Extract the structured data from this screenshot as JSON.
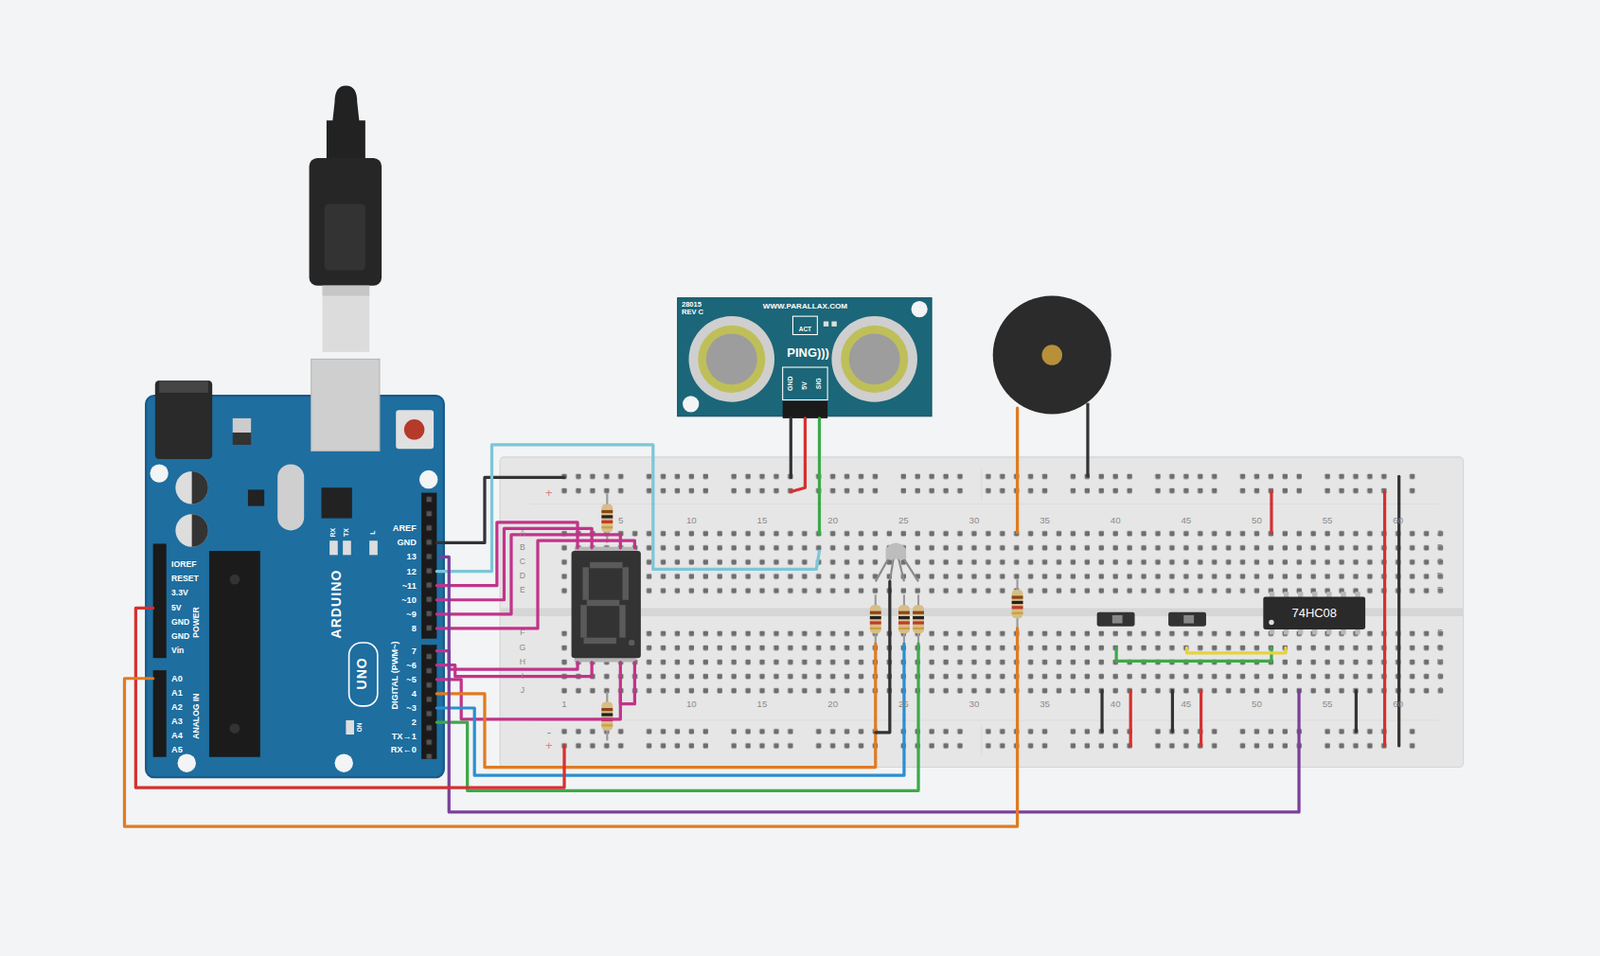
{
  "diagram": {
    "nodes": [
      {
        "text": [
          "ARDUINO",
          "UNO"
        ]
      },
      {
        "text": [
          "28015 REV C",
          "WWW.PARALLAX.COM",
          "PING)))"
        ]
      },
      {
        "text": [
          "74HC08"
        ]
      }
    ],
    "labels": [
      "AREF",
      "GND",
      "13",
      "12",
      "~11",
      "~10",
      "~9",
      "8",
      "7",
      "~6",
      "~5",
      "4",
      "~3",
      "2",
      "TX→1",
      "RX←0",
      "IOREF",
      "RESET",
      "3.3V",
      "5V",
      "GND",
      "GND",
      "Vin",
      "A0",
      "A1",
      "A2",
      "A3",
      "A4",
      "A5",
      "POWER",
      "ANALOG IN",
      "DIGITAL (PWM~)",
      "RX",
      "TX",
      "L",
      "ON",
      "GND",
      "5V",
      "SIG",
      "ACT",
      "5",
      "10",
      "15",
      "20",
      "25",
      "30",
      "35",
      "40",
      "45",
      "50",
      "55",
      "60",
      "1",
      "10",
      "15",
      "20",
      "25",
      "30",
      "35",
      "40",
      "45",
      "50",
      "55",
      "60",
      "A",
      "B",
      "C",
      "D",
      "E",
      "F",
      "G",
      "H",
      "I",
      "J",
      "A",
      "B",
      "C",
      "D",
      "E",
      "F",
      "G",
      "H",
      "I",
      "J",
      "+",
      "-",
      "+"
    ]
  }
}
